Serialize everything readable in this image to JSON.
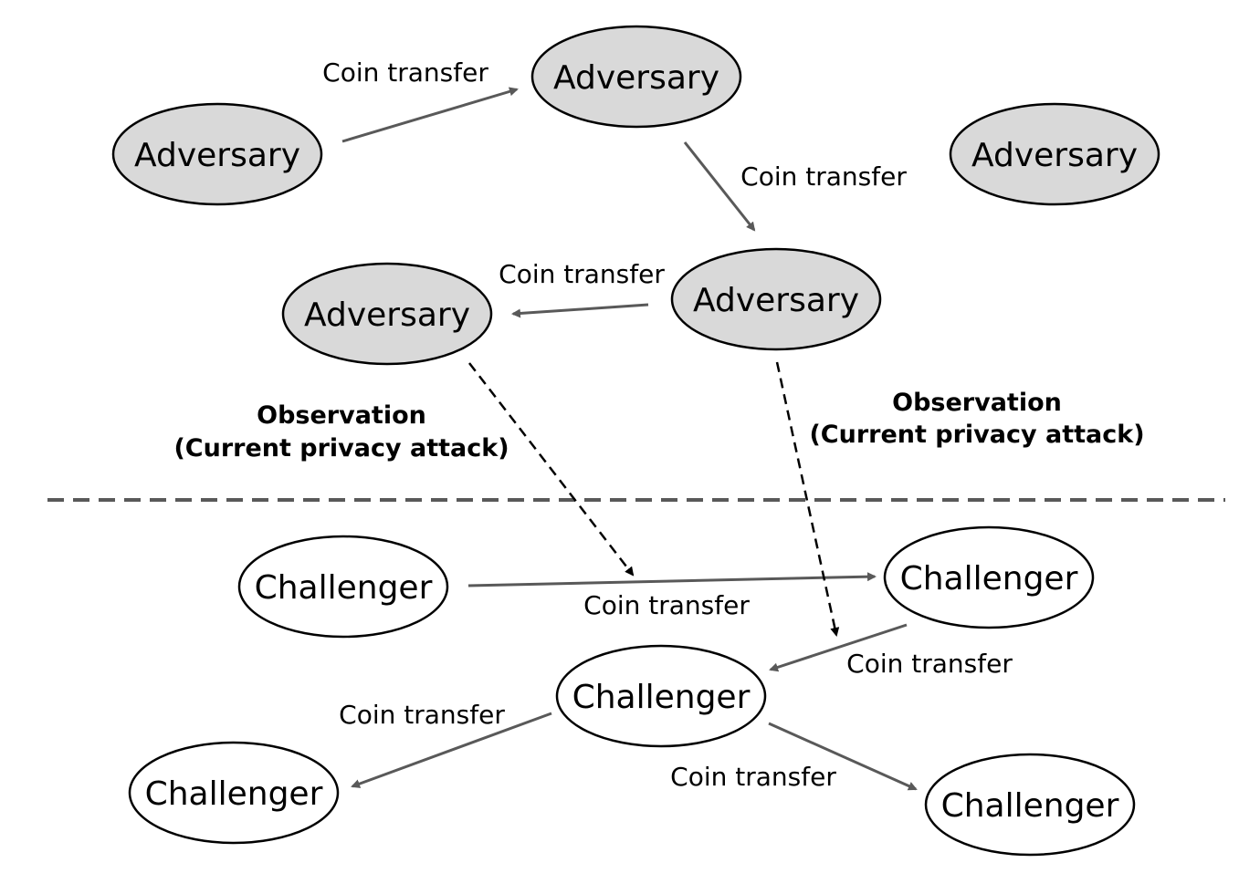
{
  "colors": {
    "adversary_fill": "#d9d9d9",
    "challenger_fill": "#ffffff",
    "node_stroke": "#000000",
    "transfer_arrow": "#595959",
    "observation_arrow": "#000000",
    "divider": "#595959"
  },
  "nodes": {
    "adversary_1": "Adversary",
    "adversary_2": "Adversary",
    "adversary_3": "Adversary",
    "adversary_4": "Adversary",
    "adversary_5": "Adversary",
    "challenger_1": "Challenger",
    "challenger_2": "Challenger",
    "challenger_3": "Challenger",
    "challenger_4": "Challenger",
    "challenger_5": "Challenger"
  },
  "edges": {
    "transfer_1": "Coin transfer",
    "transfer_2": "Coin transfer",
    "transfer_3": "Coin transfer",
    "transfer_4": "Coin transfer",
    "transfer_5": "Coin transfer",
    "transfer_6": "Coin transfer",
    "transfer_7": "Coin transfer"
  },
  "observations": {
    "left": {
      "line1": "Observation",
      "line2": "(Current privacy attack)"
    },
    "right": {
      "line1": "Observation",
      "line2": "(Current privacy attack)"
    }
  }
}
